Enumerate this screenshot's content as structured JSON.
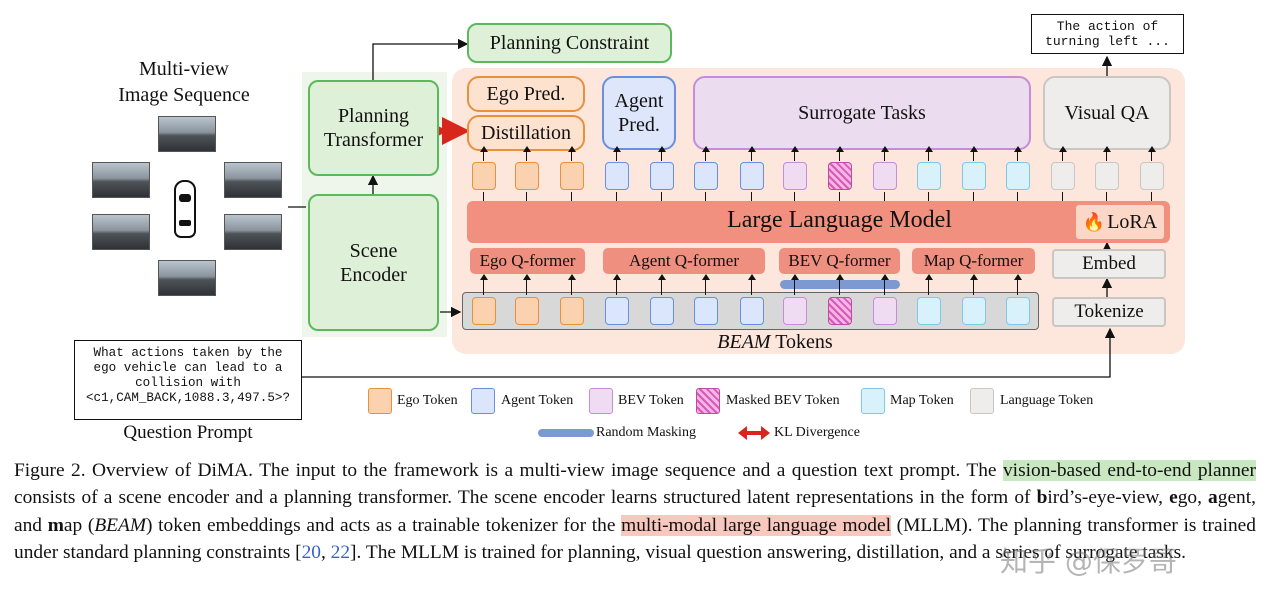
{
  "figure": {
    "input_label": "Multi-view\nImage Sequence",
    "question_text": "What actions taken by the\nego vehicle can lead to a\ncollision with\n<c1,CAM_BACK,1088.3,497.5>?",
    "question_label": "Question Prompt",
    "planning_transformer": "Planning\nTransformer",
    "scene_encoder": "Scene\nEncoder",
    "planning_constraint": "Planning Constraint",
    "answer_text": "The action of\nturning left ...",
    "ego_pred": "Ego Pred.",
    "distillation": "Distillation",
    "agent_pred": "Agent\nPred.",
    "surrogate_tasks": "Surrogate Tasks",
    "visual_qa": "Visual QA",
    "llm": "Large Language Model",
    "lora_icon": "fire-icon",
    "lora": "LoRA",
    "ego_qformer": "Ego Q-former",
    "agent_qformer": "Agent Q-former",
    "bev_qformer": "BEV Q-former",
    "map_qformer": "Map Q-former",
    "embed": "Embed",
    "tokenize": "Tokenize",
    "beam_italic": "BEAM",
    "beam_tokens": " Tokens"
  },
  "legend": {
    "ego_token": "Ego Token",
    "agent_token": "Agent Token",
    "bev_token": "BEV Token",
    "masked_bev_token": "Masked BEV Token",
    "map_token": "Map Token",
    "language_token": "Language Token",
    "random_masking": "Random Masking",
    "kl_divergence": "KL Divergence"
  },
  "caption": {
    "p1": "Figure 2. Overview of DiMA. The input to the framework is a multi-view image sequence and a question text prompt. The ",
    "hl1": "vision-based end-to-end planner",
    "p2": " consists of a scene encoder and a planning transformer. The scene encoder learns structured latent representations in the form of ",
    "b": "b",
    "p3": "ird’s-eye-view, ",
    "e": "e",
    "p4": "go, ",
    "a": "a",
    "p5": "gent, and ",
    "m": "m",
    "p6": "ap (",
    "beam": "BEAM",
    "p7": ") token embeddings and acts as a trainable tokenizer for the ",
    "hl2": "multi-modal large language model",
    "p8": " (MLLM). The planning transformer is trained under standard planning constraints [",
    "c1": "20",
    "sep": ", ",
    "c2": "22",
    "p9": "]. The MLLM is trained for planning, visual question answering, distillation, and a series of surrogate tasks."
  },
  "watermark": "知乎 @保罗哥",
  "colors": {
    "green_bg": "#dff0d8",
    "green_border": "#5cb85c",
    "llm_bg": "#f2907f",
    "panel_bg": "#fde6dc",
    "highlight_green": "#c9e8c2",
    "highlight_orange": "#f8c7bd",
    "kl_red": "#d9261c",
    "cite_blue": "#3a5fcd"
  }
}
